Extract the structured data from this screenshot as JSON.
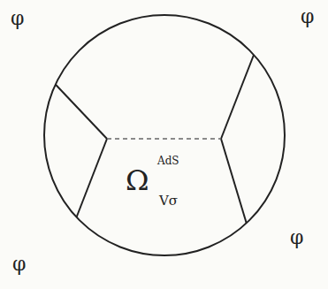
{
  "diagram": {
    "labels": [
      "φ",
      "φ",
      "φ",
      "φ",
      "Ω",
      "AdS",
      "Vσ"
    ]
  }
}
